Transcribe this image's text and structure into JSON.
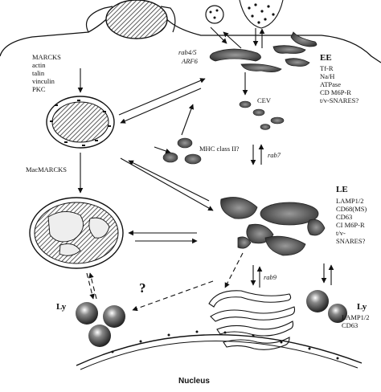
{
  "labels": {
    "marcks_list": [
      "MARCKS",
      "actin",
      "talin",
      "vinculin",
      "PKC"
    ],
    "macmarcks": "MacMARCKS",
    "rab45": "rab4/5",
    "arf6": "ARF6",
    "ee_title": "EE",
    "ee_list": [
      "Tf-R",
      "Na/H",
      "ATPase",
      "CD M6P-R",
      "t/v-SNARES?"
    ],
    "cev": "CEV",
    "mhc": "MHC class II?",
    "rab7": "rab7",
    "le_title": "LE",
    "le_list": [
      "LAMP1/2",
      "CD68(MS)",
      "CD63",
      "CI M6P-R",
      "t/v-",
      "SNARES?"
    ],
    "rab9": "rab9",
    "ly_left": "Ly",
    "question": "?",
    "ly_right": "Ly",
    "ly_right_list": [
      "LAMP1/2",
      "CD63"
    ],
    "nucleus": "Nucleus"
  },
  "colors": {
    "ink": "#111111",
    "organelle": "#555555",
    "hatch": "#444444"
  }
}
